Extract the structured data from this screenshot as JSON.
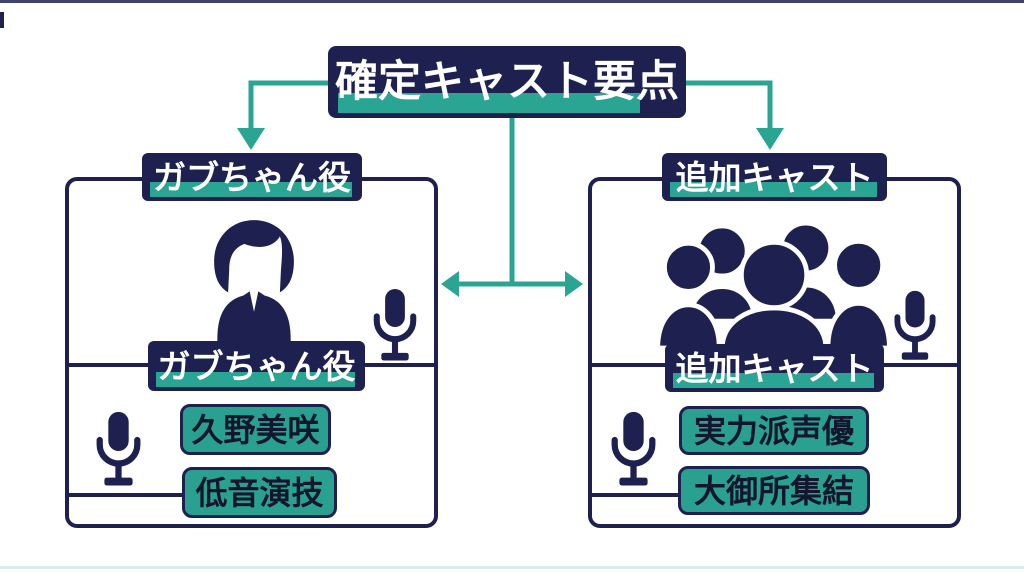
{
  "colors": {
    "navy": "#1e2150",
    "teal": "#2aa593",
    "badge-bg": "#2aa091",
    "badge-text": "#13162e",
    "bottom-line": "#d8ecea",
    "background": "#ffffff"
  },
  "title": {
    "label": "確定キャスト要点"
  },
  "panels": {
    "left": {
      "header": "ガブちゃん役",
      "caption": "ガブちゃん役",
      "badges": [
        "久野美咲",
        "低音演技"
      ],
      "icons": [
        "woman-icon",
        "microphone-icon",
        "microphone-icon"
      ]
    },
    "right": {
      "header": "追加キャスト",
      "caption": "追加キャスト",
      "badges": [
        "実力派声優",
        "大御所集結"
      ],
      "icons": [
        "group-icon",
        "microphone-icon",
        "microphone-icon"
      ]
    }
  }
}
